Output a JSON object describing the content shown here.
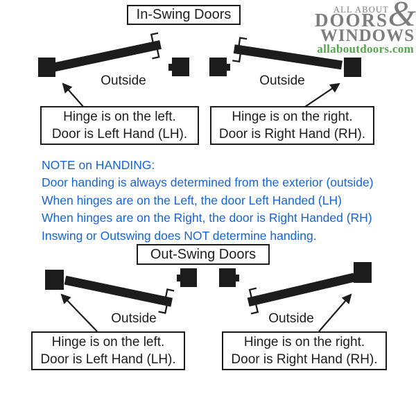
{
  "logo": {
    "line1": "ALL ABOUT",
    "line2": "DOORS",
    "ampersand": "&",
    "line3": "WINDOWS",
    "website": "allaboutdoors.com",
    "text_color": "#7d7d7d",
    "website_color": "#55a64f"
  },
  "in_swing": {
    "title": "In-Swing Doors",
    "left_outside_label": "Outside",
    "right_outside_label": "Outside",
    "left_caption": {
      "line1": "Hinge is on the left.",
      "line2": "Door is Left Hand (LH)."
    },
    "right_caption": {
      "line1": "Hinge is on the right.",
      "line2": "Door is Right Hand (RH)."
    }
  },
  "note": {
    "color": "#1564d9",
    "lines": [
      "NOTE on HANDING:",
      "Door handing is always determined from the exterior (outside)",
      "When hinges are on the Left, the door Left Handed (LH)",
      "When hinges are on the Right, the door is Right Handed (RH)",
      "Inswing or Outswing does NOT determine handing."
    ]
  },
  "out_swing": {
    "title": "Out-Swing Doors",
    "left_outside_label": "Outside",
    "right_outside_label": "Outside",
    "left_caption": {
      "line1": "Hinge is on the left.",
      "line2": "Door is Left Hand (LH)."
    },
    "right_caption": {
      "line1": "Hinge is on the right.",
      "line2": "Door is Right Hand (RH)."
    }
  },
  "diagram_colors": {
    "ink": "#1c1c1c"
  }
}
